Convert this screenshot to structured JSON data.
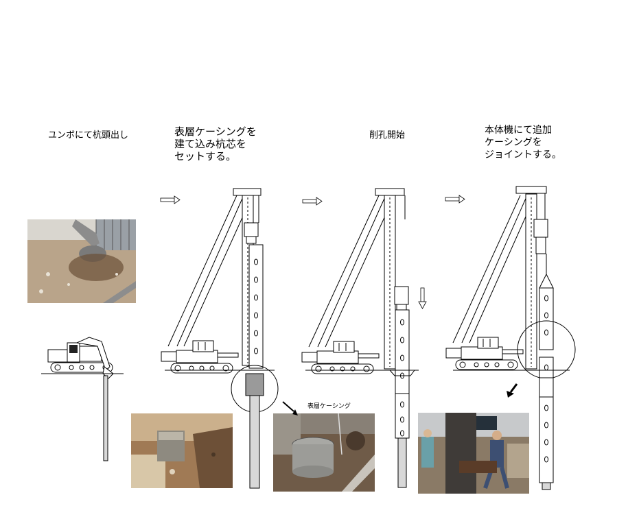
{
  "steps": [
    {
      "caption": "ユンボにて杭頭出し"
    },
    {
      "caption": "表層ケーシングを\n建て込み杭芯を\nセットする。"
    },
    {
      "caption": "削孔開始"
    },
    {
      "caption": "本体機にて追加\nケーシングを\nジョイントする。"
    }
  ],
  "labels": {
    "surface_casing": "表層ケーシング"
  },
  "colors": {
    "line": "#000000",
    "pile_fill": "#d8d8d8",
    "photo_soil": "#8a6a4a"
  }
}
